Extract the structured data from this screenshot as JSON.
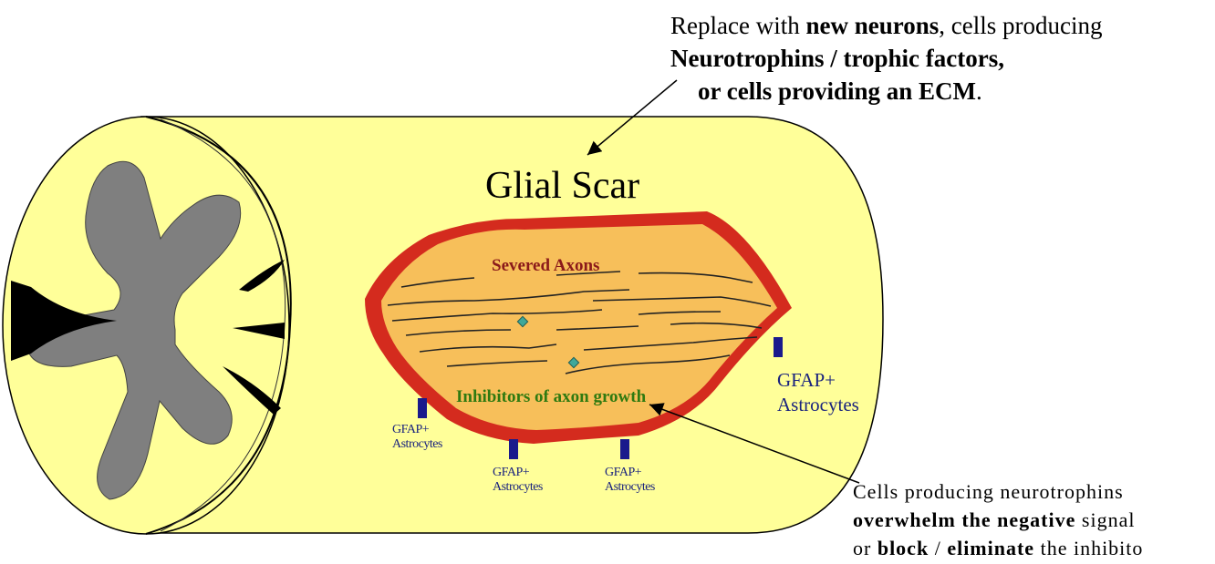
{
  "top_note": {
    "line1_prefix": "Replace with ",
    "line1_bold": "new neurons",
    "line1_suffix": ", cells producing",
    "line2_bold": "Neurotrophins / trophic factors",
    "line2_suffix": ",",
    "line3_prefix": "or cells providing an ",
    "line3_bold": "ECM",
    "line3_suffix": "."
  },
  "scar_title": "Glial Scar",
  "severed_axons": "Severed Axons",
  "inhibitors": "Inhibitors of axon growth",
  "gfap_labels": [
    {
      "line1": "GFAP+",
      "line2": "Astrocytes"
    },
    {
      "line1": "GFAP+",
      "line2": "Astrocytes"
    },
    {
      "line1": "GFAP+",
      "line2": "Astrocytes"
    },
    {
      "line1": "GFAP+",
      "line2": "Astrocytes"
    }
  ],
  "bottom_note": {
    "line1": "Cells producing neurotrophins",
    "line2_bold": "overwhelm the negative",
    "line2_suffix": " signal",
    "line3_prefix": "or ",
    "line3_bold1": "block",
    "line3_mid": " / ",
    "line3_bold2": "eliminate",
    "line3_suffix": " the inhibito"
  },
  "colors": {
    "cord_fill": "#ffff99",
    "gray_matter": "#7f7f7f",
    "scar_red": "#d42b1e",
    "scar_inner": "#f7bf5a",
    "astrocyte_blue": "#1a1a8c",
    "diamond_teal": "#3fa89a",
    "severed_text": "#8b1a1a",
    "inhibitor_text": "#2f7a10",
    "gfap_text": "#1a237e"
  }
}
